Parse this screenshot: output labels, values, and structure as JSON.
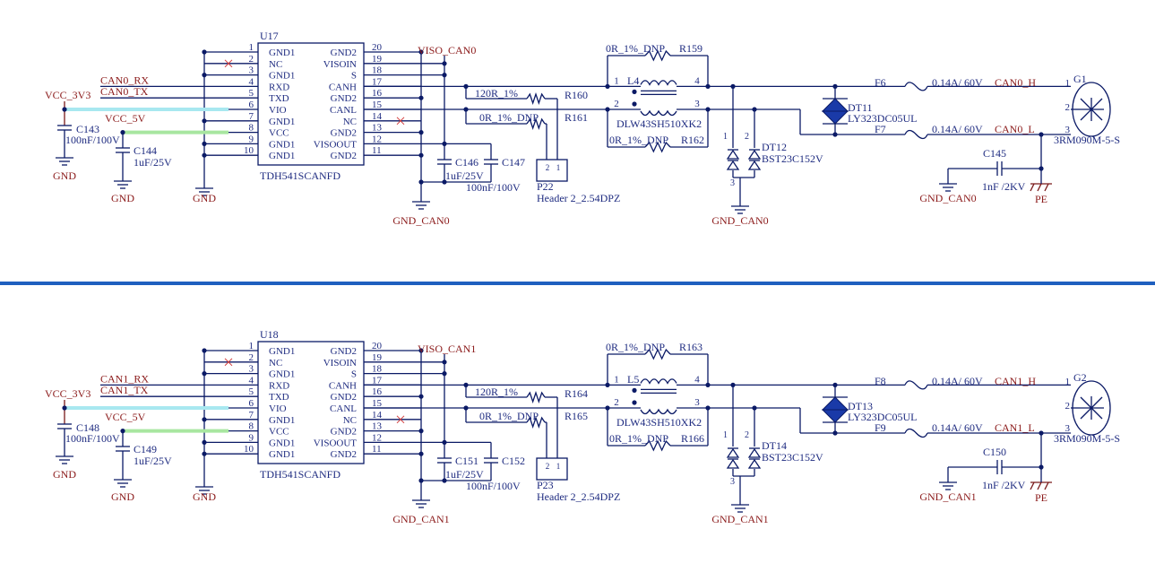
{
  "blocks": [
    {
      "ic": {
        "ref": "U17",
        "part": "TDH541SCANFD",
        "left_pins": [
          {
            "num": "1",
            "name": "GND1"
          },
          {
            "num": "2",
            "name": "NC"
          },
          {
            "num": "3",
            "name": "GND1"
          },
          {
            "num": "4",
            "name": "RXD"
          },
          {
            "num": "5",
            "name": "TXD"
          },
          {
            "num": "6",
            "name": "VIO"
          },
          {
            "num": "7",
            "name": "GND1"
          },
          {
            "num": "8",
            "name": "VCC"
          },
          {
            "num": "9",
            "name": "GND1"
          },
          {
            "num": "10",
            "name": "GND1"
          }
        ],
        "right_pins": [
          {
            "num": "20",
            "name": "GND2"
          },
          {
            "num": "19",
            "name": "VISOIN"
          },
          {
            "num": "18",
            "name": "S"
          },
          {
            "num": "17",
            "name": "CANH"
          },
          {
            "num": "16",
            "name": "GND2"
          },
          {
            "num": "15",
            "name": "CANL"
          },
          {
            "num": "14",
            "name": "NC"
          },
          {
            "num": "13",
            "name": "GND2"
          },
          {
            "num": "12",
            "name": "VISOOUT"
          },
          {
            "num": "11",
            "name": "GND2"
          }
        ]
      },
      "nets": {
        "vcc3v3": "VCC_3V3",
        "vcc5v": "VCC_5V",
        "rx": "CAN0_RX",
        "tx": "CAN0_TX",
        "viso": "VISO_CAN0",
        "gnd_can": "GND_CAN0",
        "gnd": "GND",
        "pe": "PE",
        "canh": "CAN0_H",
        "canl": "CAN0_L"
      },
      "parts": {
        "cap_in_ref": "C143",
        "cap_in_val": "100nF/100V",
        "cap_in2_ref": "C144",
        "cap_in2_val": "1uF/25V",
        "cap_iso1_ref": "C146",
        "cap_iso1_val": "1uF/25V",
        "cap_iso2_ref": "C147",
        "cap_iso2_val": "100nF/100V",
        "r_term_ref": "R160",
        "r_term_val": "120R_1%",
        "r_dnp_ref": "R161",
        "r_dnp_val": "0R_1%_DNP",
        "hdr_ref": "P22",
        "hdr_val": "Header 2_2.54DPZ",
        "choke_ref": "L4",
        "choke_val": "DLW43SH510XK2",
        "r_top_ref": "R159",
        "r_top_val": "0R_1%_DNP",
        "r_bot_ref": "R162",
        "r_bot_val": "0R_1%_DNP",
        "tvs_ref": "DT12",
        "tvs_val": "BST23C152V",
        "dio_ref": "DT11",
        "dio_val": "LY323DC05UL",
        "fuse_h_ref": "F6",
        "fuse_h_val": "0.14A/ 60V",
        "fuse_l_ref": "F7",
        "fuse_l_val": "0.14A/ 60V",
        "cap_pe_ref": "C145",
        "cap_pe_val": "1nF /2KV",
        "conn_ref": "G1",
        "conn_val": "3RM090M-5-S"
      }
    },
    {
      "ic": {
        "ref": "U18",
        "part": "TDH541SCANFD",
        "left_pins": [
          {
            "num": "1",
            "name": "GND1"
          },
          {
            "num": "2",
            "name": "NC"
          },
          {
            "num": "3",
            "name": "GND1"
          },
          {
            "num": "4",
            "name": "RXD"
          },
          {
            "num": "5",
            "name": "TXD"
          },
          {
            "num": "6",
            "name": "VIO"
          },
          {
            "num": "7",
            "name": "GND1"
          },
          {
            "num": "8",
            "name": "VCC"
          },
          {
            "num": "9",
            "name": "GND1"
          },
          {
            "num": "10",
            "name": "GND1"
          }
        ],
        "right_pins": [
          {
            "num": "20",
            "name": "GND2"
          },
          {
            "num": "19",
            "name": "VISOIN"
          },
          {
            "num": "18",
            "name": "S"
          },
          {
            "num": "17",
            "name": "CANH"
          },
          {
            "num": "16",
            "name": "GND2"
          },
          {
            "num": "15",
            "name": "CANL"
          },
          {
            "num": "14",
            "name": "NC"
          },
          {
            "num": "13",
            "name": "GND2"
          },
          {
            "num": "12",
            "name": "VISOOUT"
          },
          {
            "num": "11",
            "name": "GND2"
          }
        ]
      },
      "nets": {
        "vcc3v3": "VCC_3V3",
        "vcc5v": "VCC_5V",
        "rx": "CAN1_RX",
        "tx": "CAN1_TX",
        "viso": "VISO_CAN1",
        "gnd_can": "GND_CAN1",
        "gnd": "GND",
        "pe": "PE",
        "canh": "CAN1_H",
        "canl": "CAN1_L"
      },
      "parts": {
        "cap_in_ref": "C148",
        "cap_in_val": "100nF/100V",
        "cap_in2_ref": "C149",
        "cap_in2_val": "1uF/25V",
        "cap_iso1_ref": "C151",
        "cap_iso1_val": "1uF/25V",
        "cap_iso2_ref": "C152",
        "cap_iso2_val": "100nF/100V",
        "r_term_ref": "R164",
        "r_term_val": "120R_1%",
        "r_dnp_ref": "R165",
        "r_dnp_val": "0R_1%_DNP",
        "hdr_ref": "P23",
        "hdr_val": "Header 2_2.54DPZ",
        "choke_ref": "L5",
        "choke_val": "DLW43SH510XK2",
        "r_top_ref": "R163",
        "r_top_val": "0R_1%_DNP",
        "r_bot_ref": "R166",
        "r_bot_val": "0R_1%_DNP",
        "tvs_ref": "DT14",
        "tvs_val": "BST23C152V",
        "dio_ref": "DT13",
        "dio_val": "LY323DC05UL",
        "fuse_h_ref": "F8",
        "fuse_h_val": "0.14A/ 60V",
        "fuse_l_ref": "F9",
        "fuse_l_val": "0.14A/ 60V",
        "cap_pe_ref": "C150",
        "cap_pe_val": "1nF /2KV",
        "conn_ref": "G2",
        "conn_val": "3RM090M-5-S"
      }
    }
  ]
}
